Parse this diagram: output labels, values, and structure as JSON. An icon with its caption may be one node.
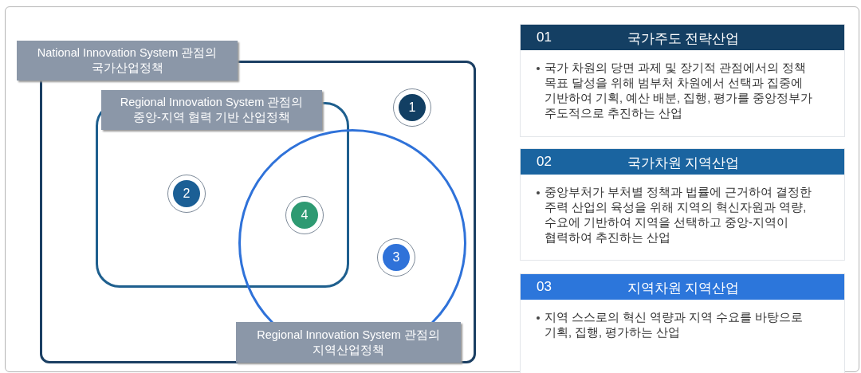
{
  "diagram": {
    "nodes": [
      {
        "text": [
          "National Innovation System 관점의 국가산업정책"
        ]
      },
      {
        "text": [
          "Regional Innovation System 관점의 중앙-지역 협력 기반 산업정책"
        ],
        "in": 0
      },
      {
        "text": [
          "Regional Innovation System 관점의 지역산업정책"
        ],
        "in": 0
      },
      {
        "text": [
          "1"
        ],
        "in": 0
      },
      {
        "text": [
          "2"
        ],
        "in": 1
      },
      {
        "text": [
          "4"
        ]
      },
      {
        "text": [
          "3"
        ],
        "in": 2
      },
      {
        "text": [
          "01",
          "국가주도 전략산업",
          "국가 차원의 당면 과제 및 장기적 관점에서의 정책 목표 달성을 위해 범부처 차원에서 선택과 집중에 기반하여 기획, 예산 배분, 집행, 평가를 중앙정부가 주도적으로 추진하는 산업"
        ]
      },
      {
        "text": [
          "02",
          "국가차원 지역산업",
          "중앙부처가 부처별 정책과 법률에 근거하여 결정한 주력 산업의 육성을 위해 지역의 혁신자원과 역량, 수요에 기반하여 지역을 선택하고 중앙-지역이 협력하여 추진하는 산업"
        ]
      },
      {
        "text": [
          "03",
          "지역차원 지역산업",
          "지역 스스로의 혁신 역량과 지역 수요를 바탕으로 기획, 집행, 평가하는 산업"
        ]
      }
    ]
  }
}
